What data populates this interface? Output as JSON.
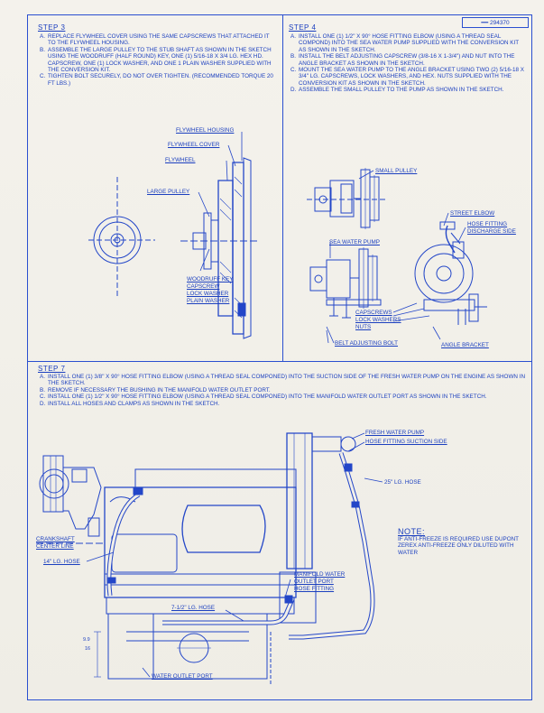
{
  "document": {
    "number": "294370",
    "step3": {
      "title": "STEP 3",
      "items": [
        {
          "letter": "A.",
          "text": "REPLACE FLYWHEEL COVER USING THE SAME CAPSCREWS THAT ATTACHED IT TO THE FLYWHEEL HOUSING."
        },
        {
          "letter": "B.",
          "text": "ASSEMBLE THE LARGE PULLEY TO THE STUB SHAFT AS SHOWN IN THE SKETCH USING THE WOODRUFF (HALF ROUND) KEY, ONE (1) 5/16-18 X 3/4 LG. HEX HD. CAPSCREW, ONE (1) LOCK WASHER, AND ONE 1 PLAIN WASHER SUPPLIED WITH THE CONVERSION KIT."
        },
        {
          "letter": "C.",
          "text": "TIGHTEN BOLT SECURELY, DO NOT OVER TIGHTEN. (RECOMMENDED TORQUE 20 FT LBS.)"
        }
      ],
      "labels": {
        "flywheel_housing": "FLYWHEEL HOUSING",
        "flywheel_cover": "FLYWHEEL COVER",
        "flywheel": "FLYWHEEL",
        "large_pulley": "LARGE PULLEY",
        "woodruff_key": "WOODRUFF KEY",
        "capscrew": "CAPSCREW",
        "lock_washer": "LOCK WASHER",
        "plain_washer": "PLAIN WASHER"
      }
    },
    "step4": {
      "title": "STEP 4",
      "items": [
        {
          "letter": "A.",
          "text": "INSTALL ONE (1) 1/2\" X 90° HOSE FITTING ELBOW (USING A THREAD SEAL COMPOND) INTO THE SEA WATER PUMP SUPPLIED WITH THE CONVERSION KIT AS SHOWN IN THE SKETCH."
        },
        {
          "letter": "B.",
          "text": "INSTALL THE BELT ADJUSTING CAPSCREW (3/8-16 X 1-3/4\") AND NUT INTO THE ANGLE BRACKET AS SHOWN IN THE SKETCH."
        },
        {
          "letter": "C.",
          "text": "MOUNT THE SEA WATER PUMP TO THE ANGLE BRACKET USING TWO (2) 5/16-18 X 3/4\" LG. CAPSCREWS, LOCK WASHERS, AND HEX. NUTS SUPPLIED WITH THE CONVERSION KIT AS SHOWN IN THE SKETCH."
        },
        {
          "letter": "D.",
          "text": "ASSEMBLE THE SMALL PULLEY TO THE PUMP AS SHOWN IN THE SKETCH."
        }
      ],
      "labels": {
        "small_pulley": "SMALL PULLEY",
        "street_elbow": "STREET ELBOW",
        "hose_fitting": "HOSE FITTING",
        "discharge_side": "DISCHARGE SIDE",
        "sea_water_pump": "SEA WATER PUMP",
        "capscrews": "CAPSCREWS",
        "lock_washers": "LOCK WASHERS",
        "nuts": "NUTS",
        "belt_adjusting_bolt": "BELT ADJUSTING BOLT",
        "angle_bracket": "ANGLE BRACKET"
      }
    },
    "step7": {
      "title": "STEP 7",
      "items": [
        {
          "letter": "A.",
          "text": "INSTALL ONE (1) 3/8\" X 90° HOSE FITTING ELBOW (USING A THREAD SEAL COMPONED) INTO THE SUCTION SIDE OF THE FRESH WATER PUMP ON THE ENGINE AS SHOWN IN THE SKETCH."
        },
        {
          "letter": "B.",
          "text": "REMOVE IF NECESSARY THE BUSHING IN THE MANIFOLD WATER OUTLET PORT."
        },
        {
          "letter": "C.",
          "text": "INSTALL ONE (1) 1/2\" X 90° HOSE FITTING ELBOW (USING A THREAD SEAL COMPONED) INTO THE MANIFOLD WATER OUTLET PORT AS SHOWN IN THE SKETCH."
        },
        {
          "letter": "D.",
          "text": "INSTALL ALL HOSES AND CLAMPS AS SHOWN IN THE SKETCH."
        }
      ],
      "labels": {
        "fresh_water_pump": "FRESH WATER PUMP",
        "hose_fitting_suction": "HOSE FITTING SUCTION SIDE",
        "hose_25": "25\" LG. HOSE",
        "crankshaft": "CRANKSHAFT",
        "center_line": "CENTER LINE",
        "hose_14": "14\" LG. HOSE",
        "manifold_water": "MANIFOLD WATER",
        "outlet_port": "OUTLET PORT",
        "hose_fitting_m": "HOSE FITTING",
        "hose_7": "7-1/2\" LG. HOSE",
        "water_outlet_port": "WATER OUTLET PORT",
        "dim_a": "9.9",
        "dim_b": "16"
      }
    },
    "note": {
      "title": "NOTE:",
      "text": "IF ANTI-FREEZE IS REQUIRED USE DUPONT ZEREX ANTI-FREEZE ONLY DILUTED WITH WATER"
    }
  }
}
